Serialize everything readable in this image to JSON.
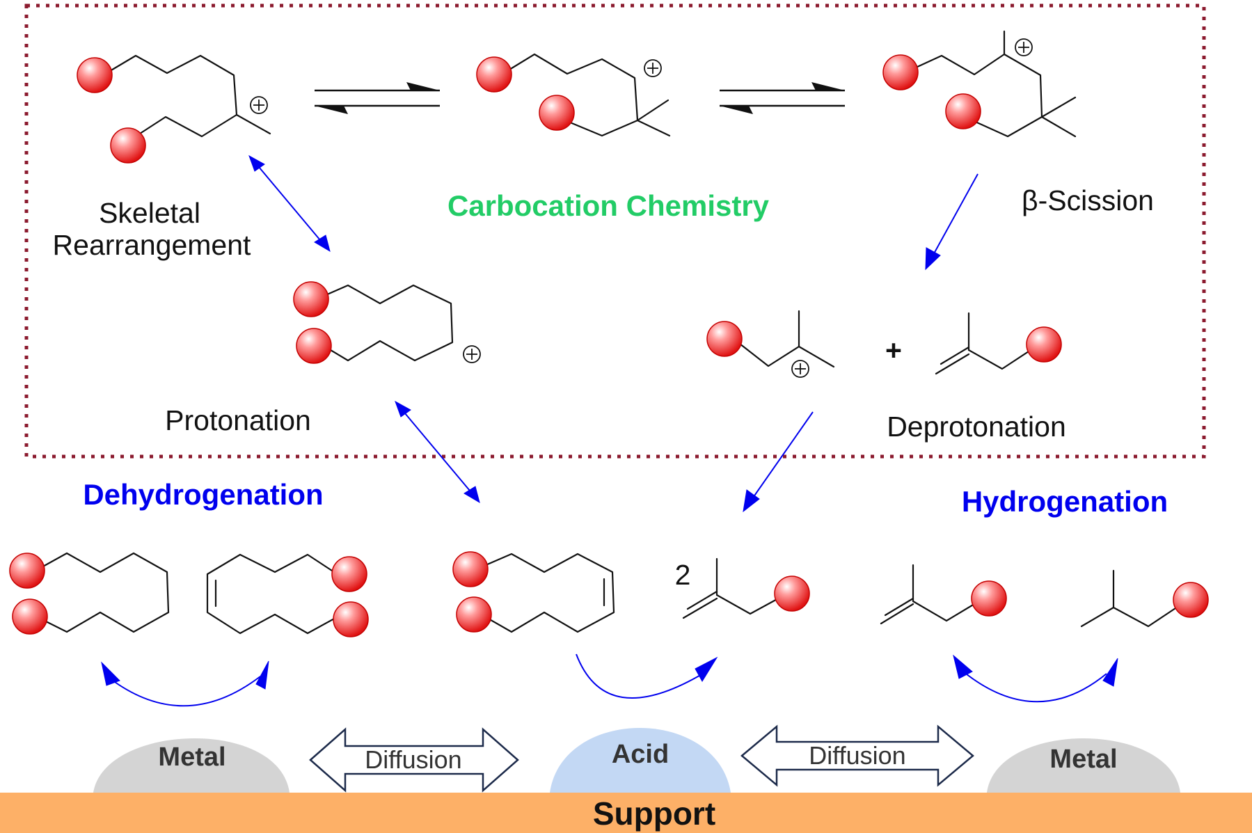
{
  "labels": {
    "carbocation_chemistry": "Carbocation Chemistry",
    "skeletal_line1": "Skeletal",
    "skeletal_line2": "Rearrangement",
    "beta_scission": "β-Scission",
    "protonation": "Protonation",
    "deprotonation": "Deprotonation",
    "dehydrogenation": "Dehydrogenation",
    "hydrogenation": "Hydrogenation",
    "plus": "+",
    "coefficient": "2",
    "metal_left": "Metal",
    "acid": "Acid",
    "metal_right": "Metal",
    "diffusion_left": "Diffusion",
    "diffusion_right": "Diffusion",
    "support": "Support"
  },
  "colors": {
    "section_green": "#22cc66",
    "section_blue": "#0000ee",
    "arrow_blue": "#0000ee",
    "frame_dotted": "#8b1a2e",
    "support": "#fdb067",
    "metal_site": "#d4d4d4",
    "acid_site": "#c3d8f4",
    "atom_red": "#ee2222"
  }
}
